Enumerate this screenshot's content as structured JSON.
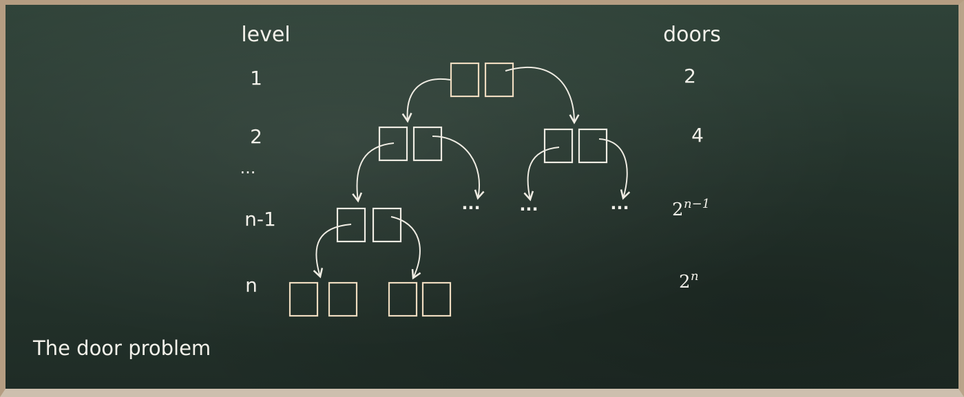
{
  "columns": {
    "level_header": "level",
    "doors_header": "doors"
  },
  "levels": [
    "1",
    "2",
    "...",
    "n-1",
    "n"
  ],
  "door_counts": {
    "level_1": "2",
    "level_2": "4",
    "level_n_minus_1": {
      "base": "2",
      "exponent": "n−1"
    },
    "level_n": {
      "base": "2",
      "exponent": "n"
    }
  },
  "ellipsis": "...",
  "caption": "The door problem"
}
